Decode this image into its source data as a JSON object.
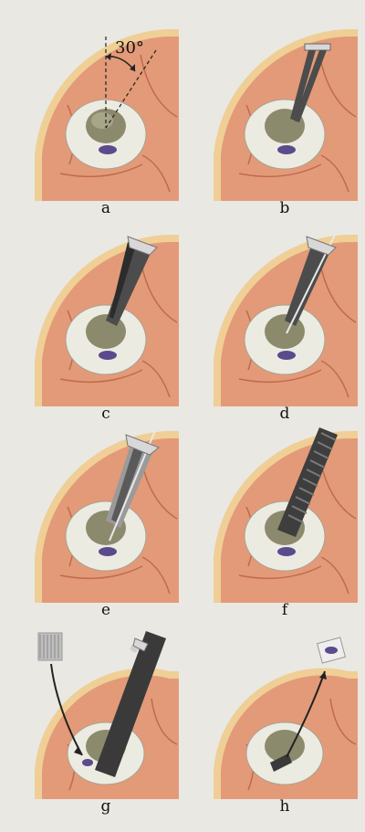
{
  "figure": {
    "angle_label": "30°",
    "panels": [
      {
        "label": "a"
      },
      {
        "label": "b"
      },
      {
        "label": "c"
      },
      {
        "label": "d"
      },
      {
        "label": "e"
      },
      {
        "label": "f"
      },
      {
        "label": "g"
      },
      {
        "label": "h"
      }
    ]
  },
  "colors": {
    "background": "#e9e8e3",
    "skin": "#e39a78",
    "skin_line": "#bd6c4c",
    "skin_rim": "#efcf96",
    "tissue": "#ecebe2",
    "hole": "#8c8a6c",
    "instrument": "#4c4c4c",
    "metal_light": "#d8d8d8",
    "lesion": "#5b4b8c"
  }
}
